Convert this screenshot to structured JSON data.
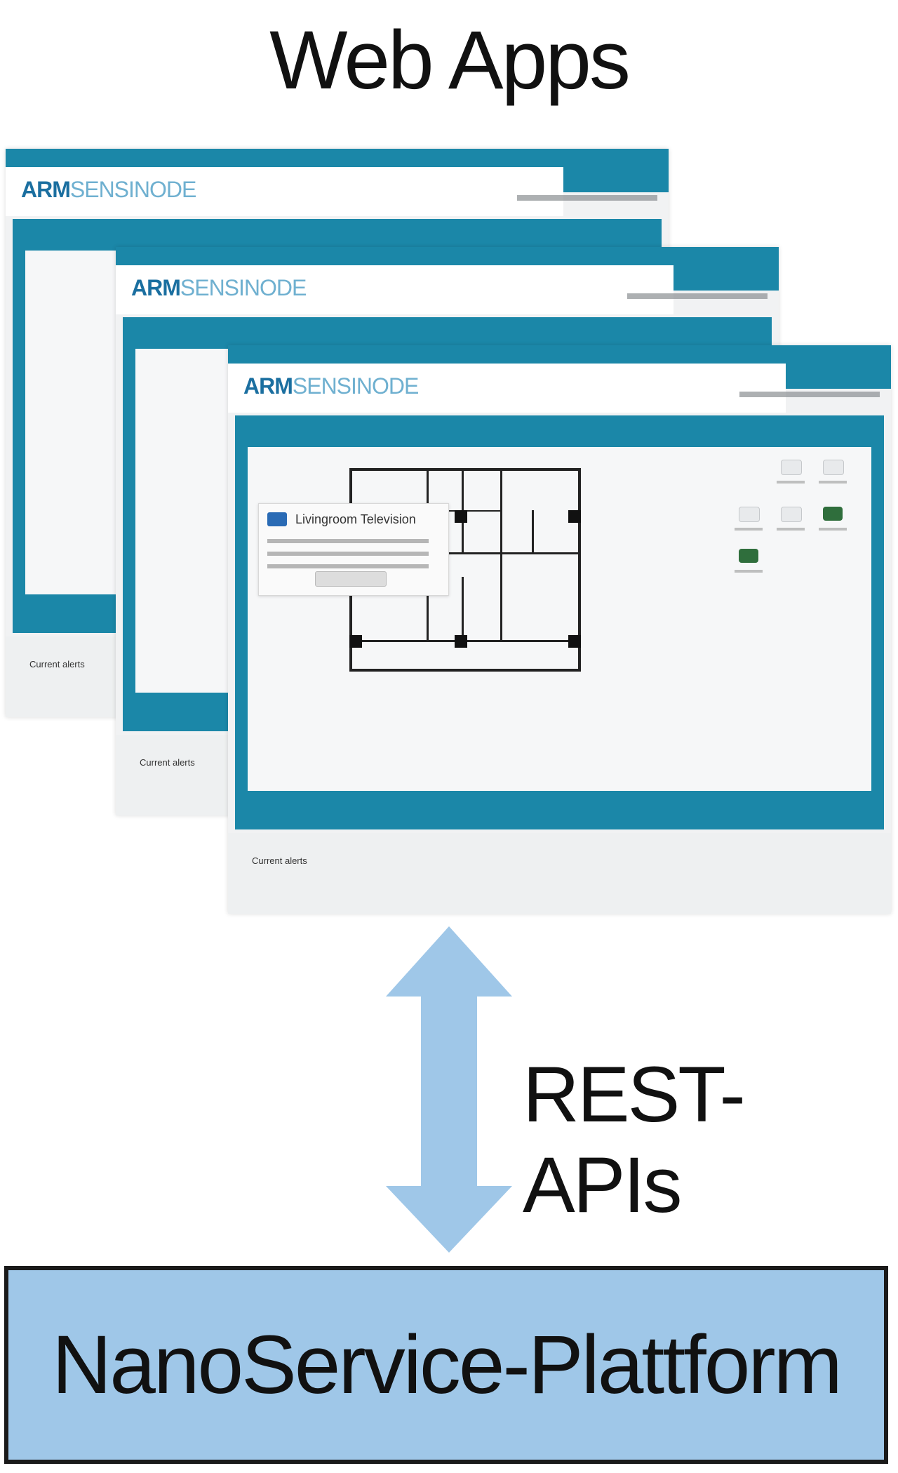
{
  "diagram": {
    "title": "Web Apps",
    "connector_label": "REST-APIs",
    "platform_label": "NanoService-Plattform",
    "arrow_color": "#9fc7e8",
    "platform_color": "#9fc7e8",
    "screenshot": {
      "logo_bold": "ARM",
      "logo_rest": "SENSINODE",
      "popup_title": "Livingroom Television",
      "alerts_title": "Current alerts",
      "accent_color": "#1b87a8"
    }
  }
}
